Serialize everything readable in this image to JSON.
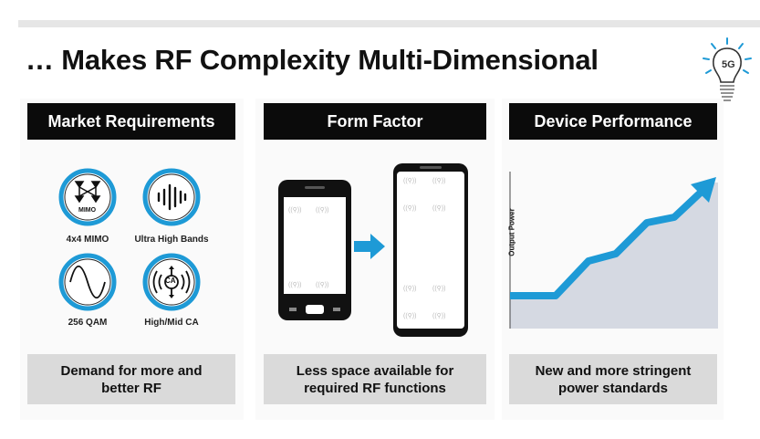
{
  "slide": {
    "title": "… Makes RF Complexity Multi-Dimensional",
    "logo_text": "5G"
  },
  "panels": [
    {
      "header": "Market Requirements",
      "footer": "Demand for more and\nbetter RF",
      "items": [
        {
          "label": "4x4 MIMO",
          "icon": "mimo-antenna-icon",
          "badge": "MIMO"
        },
        {
          "label": "Ultra High Bands",
          "icon": "frequency-bars-icon"
        },
        {
          "label": "256 QAM",
          "icon": "sine-wave-icon"
        },
        {
          "label": "High/Mid CA",
          "icon": "carrier-aggregation-icon",
          "badge": "CA"
        }
      ]
    },
    {
      "header": "Form Factor",
      "footer": "Less space available for\nrequired RF functions"
    },
    {
      "header": "Device Performance",
      "footer": "New and more stringent\npower standards",
      "y_axis_label": "Output Power"
    }
  ],
  "colors": {
    "accent_blue": "#1e9ad6",
    "header_black": "#0b0b0b",
    "footer_gray": "#dadada",
    "area_gray": "#d5d9e2"
  }
}
